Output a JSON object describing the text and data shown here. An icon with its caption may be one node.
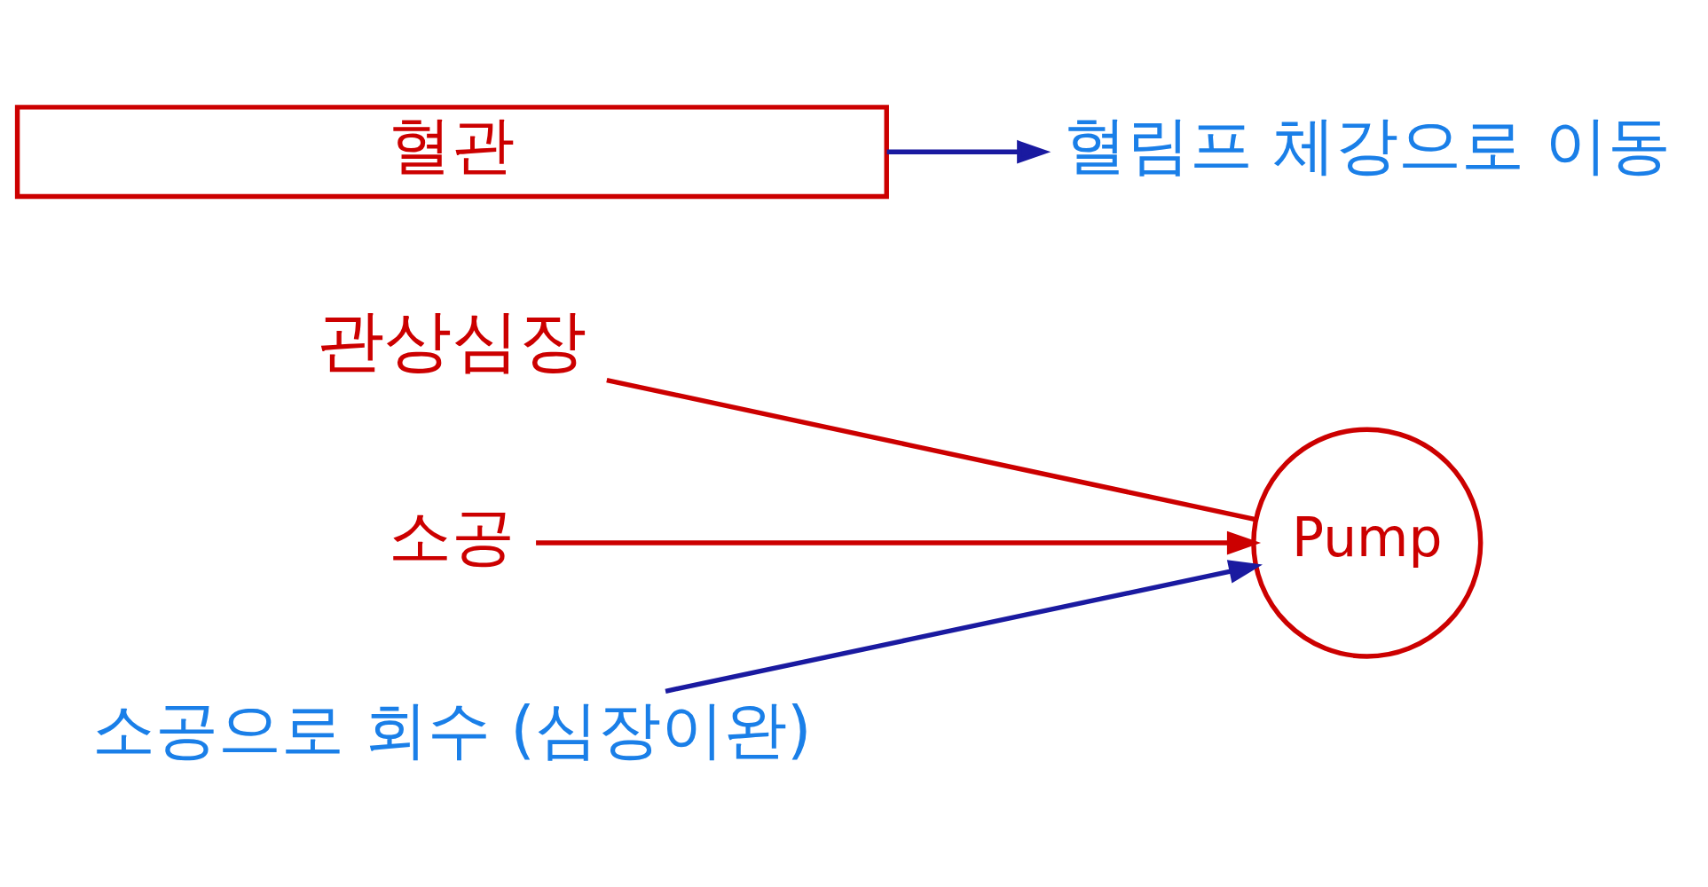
{
  "diagram": {
    "nodes": [
      {
        "text": [
          "Pump"
        ]
      },
      {
        "text": [
          "관상심장"
        ]
      },
      {
        "text": [
          "혈관"
        ]
      },
      {
        "text": [
          "소공"
        ]
      },
      {
        "text": [
          "소공으로 회수 (심장이완)"
        ]
      },
      {
        "text": [
          "혈림프 체강으로 이동"
        ]
      }
    ],
    "edges": [
      {
        "from": 1,
        "to": 0,
        "arrow": "none",
        "color": "#cc0000"
      },
      {
        "from": 3,
        "to": 0,
        "arrow": "to",
        "color": "#cc0000"
      },
      {
        "from": 4,
        "to": 0,
        "arrow": "to",
        "color": "#1a1aa0"
      },
      {
        "from": 2,
        "to": 5,
        "arrow": "to",
        "color": "#1a1aa0"
      }
    ]
  }
}
